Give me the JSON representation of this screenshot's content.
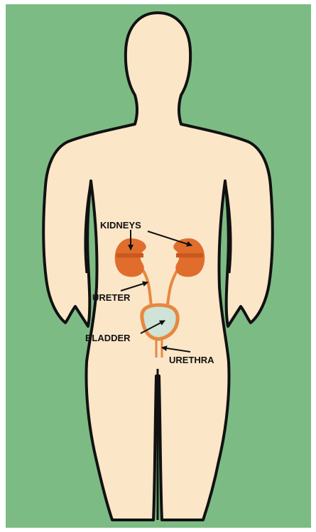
{
  "labels": {
    "kidneys": "KIDNEYS",
    "ureter": "URETER",
    "bladder": "BLADDER",
    "urethra": "URETHRA"
  },
  "colors": {
    "background": "#7dbb84",
    "frame": "#ffffff",
    "body_fill": "#fbe6c8",
    "outline": "#111111",
    "kidney": "#e06d2c",
    "kidney_band": "#c9591e",
    "ureter": "#e7883f",
    "bladder_fill": "#cfe3d6",
    "bladder_rim": "#e7883f"
  }
}
